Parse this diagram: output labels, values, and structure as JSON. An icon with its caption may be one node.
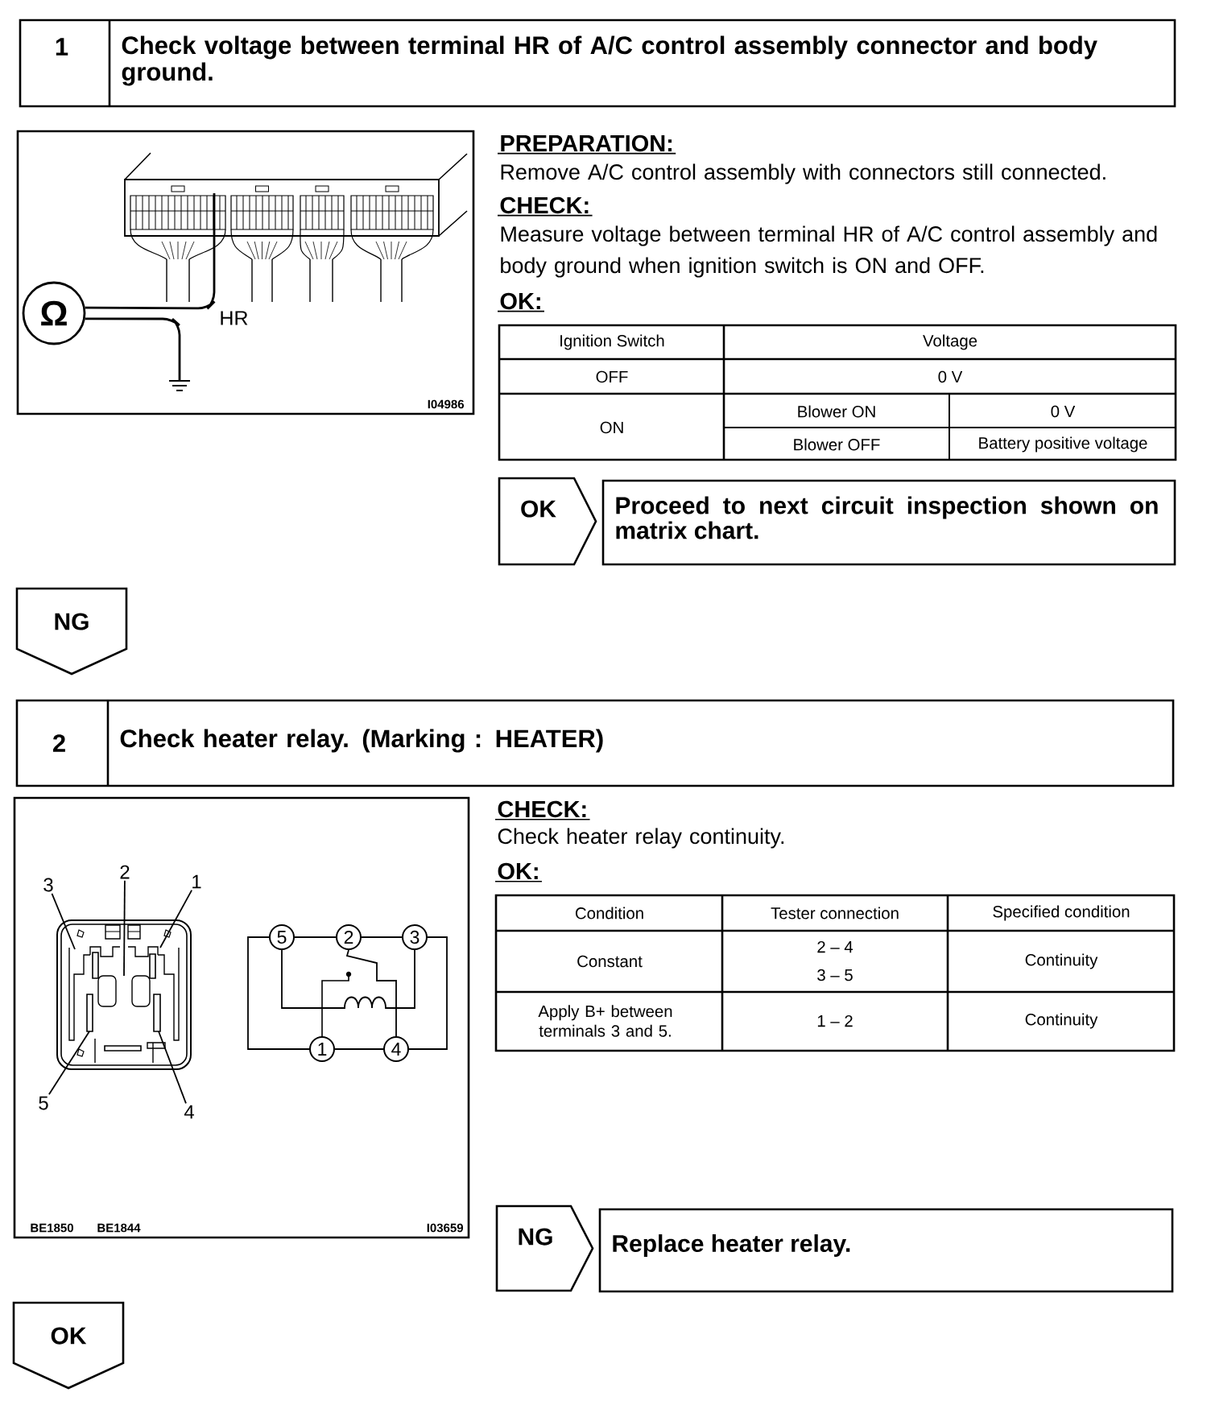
{
  "diagram": {
    "nodes": [
      {
        "text": [
          "1",
          "Check voltage between terminal HR of A/C control assembly connector and body ground."
        ]
      },
      {
        "text": [
          "HR",
          "I04986"
        ]
      },
      {
        "text": [
          "Ω"
        ],
        "in": 1
      },
      {
        "text": [
          "OK"
        ]
      },
      {
        "text": [
          "Proceed to next circuit inspection shown on matrix chart."
        ]
      },
      {
        "text": [
          "NG"
        ]
      },
      {
        "text": [
          "2",
          "Check heater relay. (Marking : HEATER)"
        ]
      },
      {
        "text": [
          "BE1850",
          "BE1844",
          "I03659"
        ]
      },
      {
        "text": [
          "3"
        ],
        "in": 7
      },
      {
        "text": [
          "2"
        ],
        "in": 7
      },
      {
        "text": [
          "1"
        ],
        "in": 7
      },
      {
        "text": [
          "5"
        ],
        "in": 7
      },
      {
        "text": [
          "4"
        ],
        "in": 7
      },
      {
        "text": [
          "5"
        ],
        "in": 7
      },
      {
        "text": [
          "2"
        ],
        "in": 7
      },
      {
        "text": [
          "3"
        ],
        "in": 7
      },
      {
        "text": [
          "1"
        ],
        "in": 7
      },
      {
        "text": [
          "4"
        ],
        "in": 7
      },
      {
        "text": [
          "NG"
        ]
      },
      {
        "text": [
          "Replace heater relay."
        ]
      },
      {
        "text": [
          "OK"
        ]
      }
    ],
    "edges": [
      {
        "from": 2,
        "to": null,
        "arrow": "none"
      },
      {
        "from": 2,
        "to": null,
        "arrow": "none"
      },
      {
        "from": 8,
        "to": null,
        "arrow": "none"
      },
      {
        "from": 9,
        "to": null,
        "arrow": "none"
      },
      {
        "from": 10,
        "to": null,
        "arrow": "none"
      },
      {
        "from": 11,
        "to": null,
        "arrow": "none"
      },
      {
        "from": 12,
        "to": null,
        "arrow": "none"
      },
      {
        "from": 13,
        "to": 14,
        "arrow": "none"
      },
      {
        "from": 14,
        "to": 15,
        "arrow": "none"
      },
      {
        "from": 13,
        "to": 16,
        "arrow": "none"
      },
      {
        "from": 16,
        "to": 17,
        "arrow": "none"
      },
      {
        "from": 17,
        "to": 15,
        "arrow": "none"
      },
      {
        "from": 13,
        "to": 15,
        "arrow": "none"
      },
      {
        "from": 14,
        "to": 17,
        "arrow": "none"
      }
    ],
    "labels": [
      "PREPARATION:",
      "Remove A/C control assembly with connectors still connected.",
      "CHECK:",
      "Measure voltage between terminal HR of A/C control assembly and body ground when ignition switch is ON and OFF.",
      "OK:",
      "Ignition Switch",
      "Voltage",
      "OFF",
      "0 V",
      "ON",
      "Blower ON",
      "0 V",
      "Blower OFF",
      "Battery positive voltage",
      "CHECK:",
      "Check heater relay continuity.",
      "OK:",
      "Condition",
      "Tester connection",
      "Specified condition",
      "Constant",
      "2 – 4",
      "3 – 5",
      "Continuity",
      "Apply B+ between terminals 3 and 5.",
      "1 – 2",
      "Continuity"
    ]
  }
}
